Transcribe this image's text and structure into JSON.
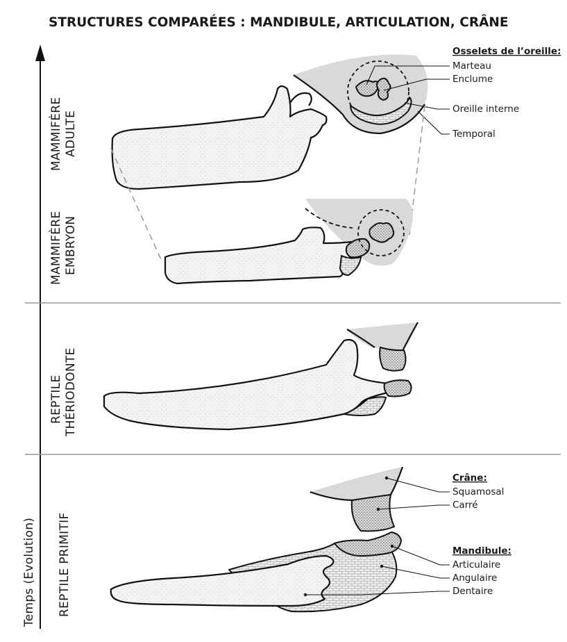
{
  "title": "STRUCTURES COMPARÉES : MANDIBULE, ARTICULATION, CRÂNE",
  "time_axis": {
    "label": "Temps (Evolution)"
  },
  "stages": [
    {
      "line1": "MAMMIFÈRE",
      "line2": "ADULTE"
    },
    {
      "line1": "MAMMIFÈRE",
      "line2": "EMBRYON"
    },
    {
      "line1": "REPTILE",
      "line2": "THÉRIODONTE"
    },
    {
      "line1": "REPTILE  PRIMITIF"
    }
  ],
  "ossicles": {
    "heading": "Osselets de l’oreille:",
    "items": [
      "Marteau",
      "Enclume",
      "Oreille interne",
      "Temporal"
    ]
  },
  "skull": {
    "heading": "Crâne:",
    "items": [
      "Squamosal",
      "Carré"
    ]
  },
  "mandible": {
    "heading": "Mandibule:",
    "items": [
      "Articulaire",
      "Angulaire",
      "Dentaire"
    ]
  },
  "colors": {
    "skull_fill": "#d9d9d9",
    "separator": "#9a9a9a",
    "ink": "#111111"
  }
}
